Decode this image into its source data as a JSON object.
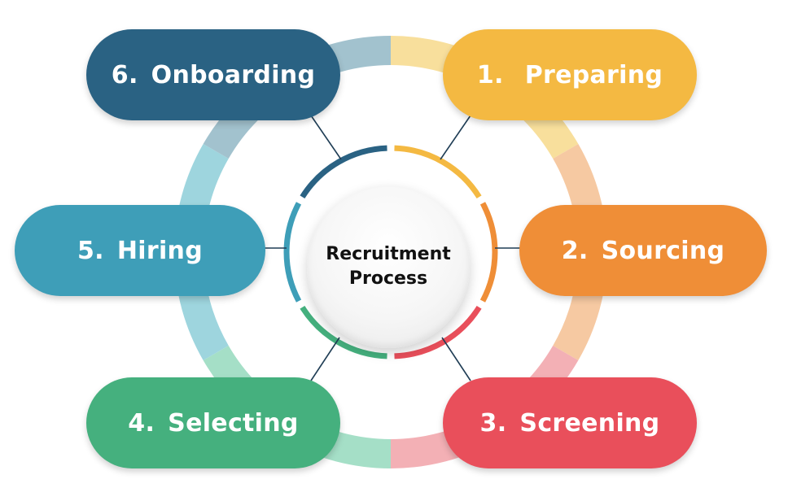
{
  "center": {
    "line1": "Recruitment",
    "line2": "Process"
  },
  "steps": [
    {
      "num": "1.",
      "label": "Preparing",
      "color": "#F4B942",
      "ring_color": "#F8DF9C",
      "arc_color": "#F4B942"
    },
    {
      "num": "2.",
      "label": "Sourcing",
      "color": "#EF8E37",
      "ring_color": "#F6C9A2",
      "arc_color": "#EF8E37"
    },
    {
      "num": "3.",
      "label": "Screening",
      "color": "#E94F5B",
      "ring_color": "#F3B0B5",
      "arc_color": "#E94F5B"
    },
    {
      "num": "4.",
      "label": "Selecting",
      "color": "#45B07E",
      "ring_color": "#A5DFC7",
      "arc_color": "#45B07E"
    },
    {
      "num": "5.",
      "label": "Hiring",
      "color": "#3E9EB8",
      "ring_color": "#9ED5DE",
      "arc_color": "#3E9EB8"
    },
    {
      "num": "6.",
      "label": "Onboarding",
      "color": "#2A6283",
      "ring_color": "#A2C2CE",
      "arc_color": "#2A6283"
    }
  ],
  "line_color": "#1F3D55"
}
